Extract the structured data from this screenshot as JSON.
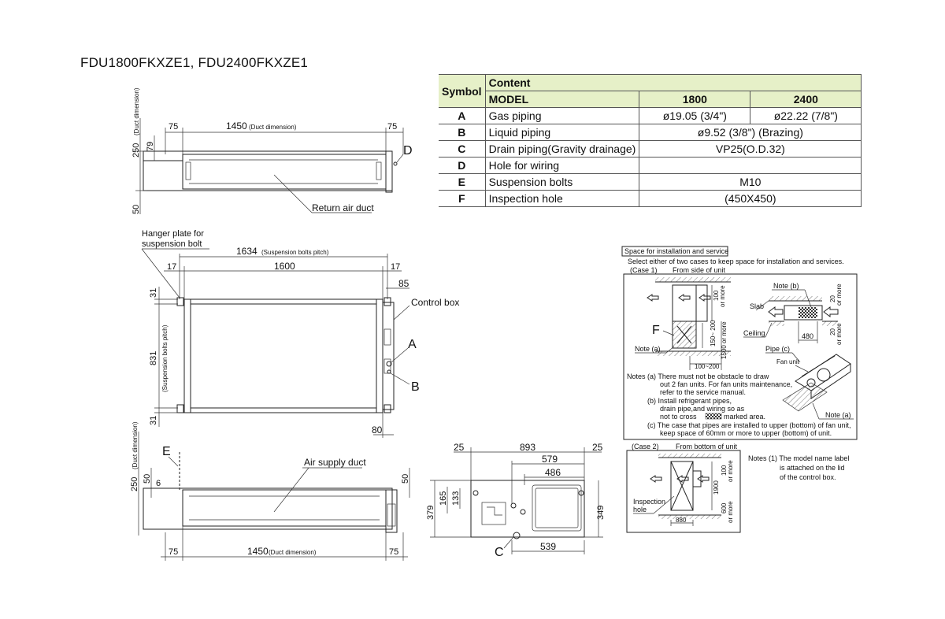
{
  "title": "FDU1800FKXZE1, FDU2400FKXZE1",
  "table": {
    "header_symbol": "Symbol",
    "header_content": "Content",
    "header_model": "MODEL",
    "header_1800": "1800",
    "header_2400": "2400",
    "rows": [
      {
        "symbol": "A",
        "content": "Gas piping",
        "v1800": "ø19.05 (3/4\")",
        "v2400": "ø22.22 (7/8\")"
      },
      {
        "symbol": "B",
        "content": "Liquid piping",
        "both": "ø9.52 (3/8\") (Brazing)"
      },
      {
        "symbol": "C",
        "content": "Drain piping(Gravity drainage)",
        "both": "VP25(O.D.32)"
      },
      {
        "symbol": "D",
        "content": "Hole for wiring",
        "both": ""
      },
      {
        "symbol": "E",
        "content": "Suspension bolts",
        "both": "M10"
      },
      {
        "symbol": "F",
        "content": "Inspection hole",
        "both": "(450X450)"
      }
    ]
  },
  "top_view": {
    "dim_75_left": "75",
    "dim_1450": "1450",
    "duct_dimension": "(Duct dimension)",
    "dim_75_right": "75",
    "dim_250": "250",
    "dim_79": "79",
    "dim_50": "50",
    "label_d": "D",
    "return_air_duct": "Return air duct"
  },
  "plan_view": {
    "hanger_plate_line1": "Hanger plate for",
    "hanger_plate_line2": "suspension bolt",
    "dim_1634": "1634",
    "suspension_bolts_pitch": "(Suspension bolts pitch)",
    "dim_17_left": "17",
    "dim_1600": "1600",
    "dim_17_right": "17",
    "dim_85": "85",
    "control_box": "Control box",
    "dim_31_top": "31",
    "dim_831": "831",
    "dim_31_bottom": "31",
    "dim_80": "80",
    "label_a": "A",
    "label_b": "B"
  },
  "bottom_view": {
    "label_e": "E",
    "dim_250": "250",
    "dim_50_left": "50",
    "dim_6": "6",
    "dim_50_right": "50",
    "air_supply_duct": "Air supply duct",
    "dim_75_left": "75",
    "dim_1450": "1450",
    "duct_dimension": "(Duct dimension)",
    "dim_75_right": "75"
  },
  "side_view": {
    "dim_25_left": "25",
    "dim_893": "893",
    "dim_25_right": "25",
    "dim_579": "579",
    "dim_486": "486",
    "dim_165": "165",
    "dim_133": "133",
    "dim_379": "379",
    "dim_349": "349",
    "dim_539": "539",
    "label_c": "C"
  },
  "service": {
    "box_title": "Space for installation and service",
    "intro": "Select either of two cases to keep space for installation and services.",
    "case1": "(Case 1)",
    "case1_from": "From side of unit",
    "note_b": "Note (b)",
    "slab": "Slab",
    "ceiling": "Ceiling",
    "pipe_c": "Pipe (c)",
    "fan_unit": "Fan unit",
    "note_a": "Note (a)",
    "label_f": "F",
    "note_a_left": "Note (a)",
    "dim_100": "100",
    "or_more": "or more",
    "dim_150_200": "150~ 200",
    "dim_1500": "1500 or more",
    "dim_100_200": "100~200",
    "dim_20_a": "20",
    "dim_20_b": "20",
    "dim_480": "480",
    "notes_a_1": "Notes (a)  There must not be obstacle to draw",
    "notes_a_2": "out 2 fan units. For fan units maintenance,",
    "notes_a_3": "refer to the service manual.",
    "notes_b_1": "(b)  Install refrigerant pipes,",
    "notes_b_2": "drain pipe,and wiring so as",
    "notes_b_3": "not to cross",
    "notes_b_3b": "marked area.",
    "notes_c_1": "(c)  The case that pipes are installed to upper (bottom) of fan unit,",
    "notes_c_2": "keep space of 60mm or more to upper (bottom) of unit.",
    "case2": "(Case 2)",
    "case2_from": "From bottom of unit",
    "dim_1900": "1900",
    "dim_600": "600",
    "dim_880": "880",
    "inspection_hole_1": "Inspection",
    "inspection_hole_2": "hole",
    "model_note_1": "Notes (1) The model name label",
    "model_note_2": "is attached on the lid",
    "model_note_3": "of the control box."
  }
}
